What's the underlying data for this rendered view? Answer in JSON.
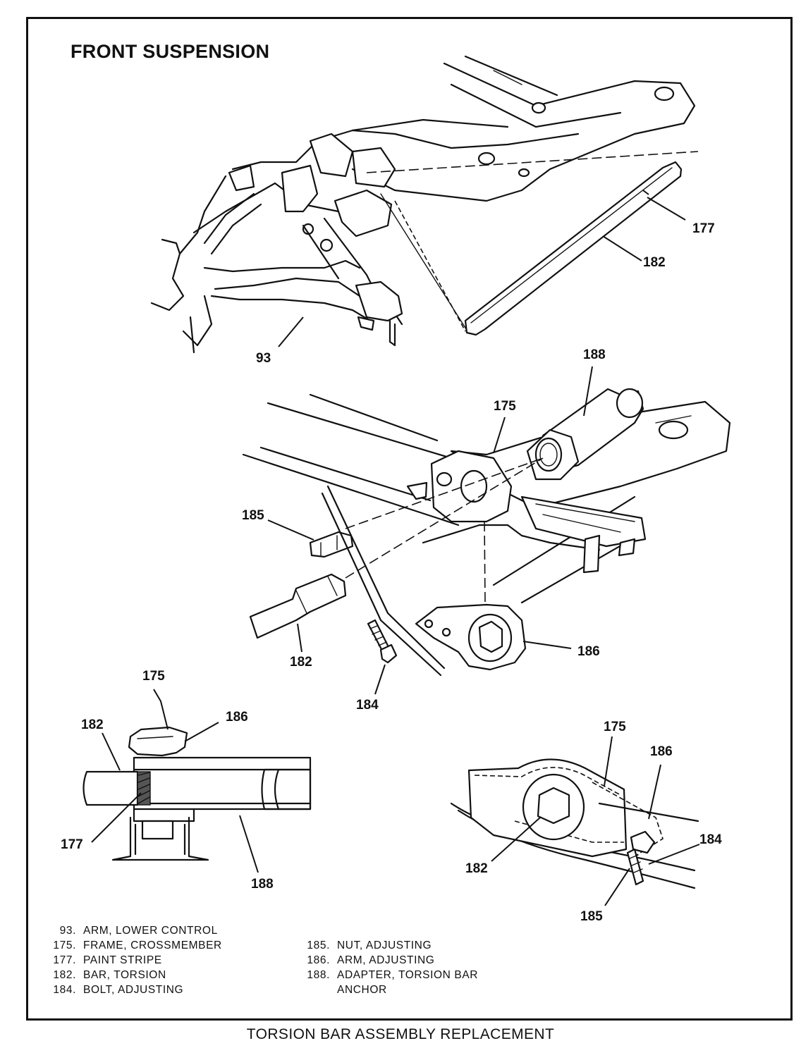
{
  "title": "FRONT SUSPENSION",
  "caption": "TORSION BAR ASSEMBLY REPLACEMENT",
  "callouts": {
    "top_177": "177",
    "top_182": "182",
    "top_93": "93",
    "mid_188": "188",
    "mid_175": "175",
    "mid_185": "185",
    "mid_182": "182",
    "mid_184": "184",
    "mid_186": "186",
    "ll_175": "175",
    "ll_182": "182",
    "ll_186": "186",
    "ll_177": "177",
    "ll_188": "188",
    "lr_175": "175",
    "lr_186": "186",
    "lr_184": "184",
    "lr_182": "182",
    "lr_185": "185"
  },
  "legend": {
    "left": [
      {
        "num": "93.",
        "text": "ARM, LOWER CONTROL"
      },
      {
        "num": "175.",
        "text": "FRAME, CROSSMEMBER"
      },
      {
        "num": "177.",
        "text": "PAINT STRIPE"
      },
      {
        "num": "182.",
        "text": "BAR, TORSION"
      },
      {
        "num": "184.",
        "text": "BOLT, ADJUSTING"
      }
    ],
    "right": [
      {
        "num": "185.",
        "text": "NUT, ADJUSTING"
      },
      {
        "num": "186.",
        "text": "ARM, ADJUSTING"
      },
      {
        "num": "188.",
        "text": "ADAPTER, TORSION BAR",
        "cont": "ANCHOR"
      }
    ]
  }
}
